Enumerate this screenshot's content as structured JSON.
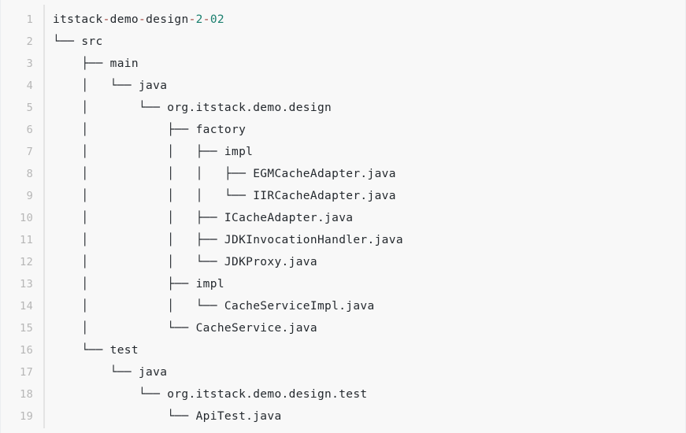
{
  "code_block": {
    "language": "text",
    "kind": "directory-tree",
    "total_lines": 19,
    "colors": {
      "background": "#f8f8f8",
      "gutter_text": "#b6b6b6",
      "gutter_rule": "#e4e4e4",
      "code_text": "#24292e",
      "punctuation": "#a0403a",
      "number": "#1a7f6e",
      "border": "#eceef0"
    },
    "lines": [
      {
        "number": "1",
        "text": "itstack-demo-design-2-02",
        "tokens": [
          {
            "t": "itstack",
            "c": "plain"
          },
          {
            "t": "-",
            "c": "punct"
          },
          {
            "t": "demo",
            "c": "plain"
          },
          {
            "t": "-",
            "c": "punct"
          },
          {
            "t": "design",
            "c": "plain"
          },
          {
            "t": "-",
            "c": "punct"
          },
          {
            "t": "2",
            "c": "num"
          },
          {
            "t": "-",
            "c": "punct"
          },
          {
            "t": "02",
            "c": "num"
          }
        ]
      },
      {
        "number": "2",
        "text": "└── src",
        "tokens": [
          {
            "t": "└── src",
            "c": "plain"
          }
        ]
      },
      {
        "number": "3",
        "text": "    ├── main",
        "tokens": [
          {
            "t": "    ├── main",
            "c": "plain"
          }
        ]
      },
      {
        "number": "4",
        "text": "    │   └── java",
        "tokens": [
          {
            "t": "    │   └── java",
            "c": "plain"
          }
        ]
      },
      {
        "number": "5",
        "text": "    │       └── org.itstack.demo.design",
        "tokens": [
          {
            "t": "    │       └── org.itstack.demo.design",
            "c": "plain"
          }
        ]
      },
      {
        "number": "6",
        "text": "    │           ├── factory",
        "tokens": [
          {
            "t": "    │           ├── factory",
            "c": "plain"
          }
        ]
      },
      {
        "number": "7",
        "text": "    │           │   ├── impl",
        "tokens": [
          {
            "t": "    │           │   ├── impl",
            "c": "plain"
          }
        ]
      },
      {
        "number": "8",
        "text": "    │           │   │   ├── EGMCacheAdapter.java",
        "tokens": [
          {
            "t": "    │           │   │   ├── EGMCacheAdapter.java",
            "c": "plain"
          }
        ]
      },
      {
        "number": "9",
        "text": "    │           │   │   └── IIRCacheAdapter.java",
        "tokens": [
          {
            "t": "    │           │   │   └── IIRCacheAdapter.java",
            "c": "plain"
          }
        ]
      },
      {
        "number": "10",
        "text": "    │           │   ├── ICacheAdapter.java",
        "tokens": [
          {
            "t": "    │           │   ├── ICacheAdapter.java",
            "c": "plain"
          }
        ]
      },
      {
        "number": "11",
        "text": "    │           │   ├── JDKInvocationHandler.java",
        "tokens": [
          {
            "t": "    │           │   ├── JDKInvocationHandler.java",
            "c": "plain"
          }
        ]
      },
      {
        "number": "12",
        "text": "    │           │   └── JDKProxy.java",
        "tokens": [
          {
            "t": "    │           │   └── JDKProxy.java",
            "c": "plain"
          }
        ]
      },
      {
        "number": "13",
        "text": "    │           ├── impl",
        "tokens": [
          {
            "t": "    │           ├── impl",
            "c": "plain"
          }
        ]
      },
      {
        "number": "14",
        "text": "    │           │   └── CacheServiceImpl.java",
        "tokens": [
          {
            "t": "    │           │   └── CacheServiceImpl.java",
            "c": "plain"
          }
        ]
      },
      {
        "number": "15",
        "text": "    │           └── CacheService.java",
        "tokens": [
          {
            "t": "    │           └── CacheService.java",
            "c": "plain"
          }
        ]
      },
      {
        "number": "16",
        "text": "    └── test",
        "tokens": [
          {
            "t": "    └── test",
            "c": "plain"
          }
        ]
      },
      {
        "number": "17",
        "text": "        └── java",
        "tokens": [
          {
            "t": "        └── java",
            "c": "plain"
          }
        ]
      },
      {
        "number": "18",
        "text": "            └── org.itstack.demo.design.test",
        "tokens": [
          {
            "t": "            └── org.itstack.demo.design.test",
            "c": "plain"
          }
        ]
      },
      {
        "number": "19",
        "text": "                └── ApiTest.java",
        "tokens": [
          {
            "t": "                └── ApiTest.java",
            "c": "plain"
          }
        ]
      }
    ]
  }
}
